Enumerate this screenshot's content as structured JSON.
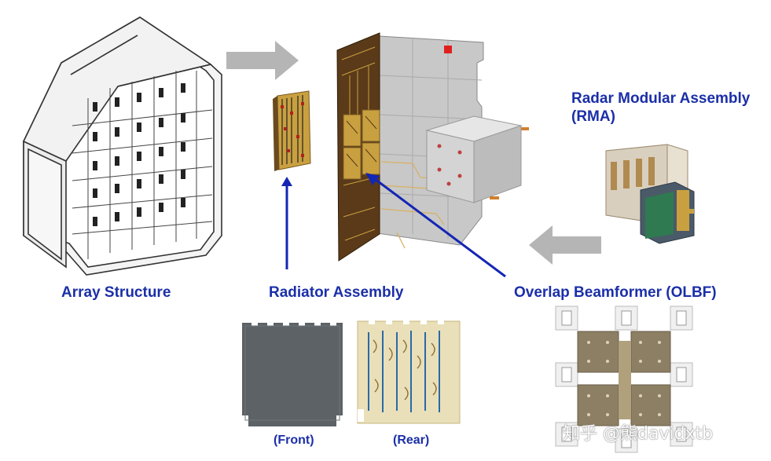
{
  "labels": {
    "array_structure": "Array Structure",
    "radiator_assembly": "Radiator Assembly",
    "rma_line1": "Radar Modular Assembly",
    "rma_line2": "(RMA)",
    "olbf": "Overlap Beamformer (OLBF)",
    "front": "(Front)",
    "rear": "(Rear)"
  },
  "watermark": "知乎 @熊davidxtb",
  "colors": {
    "label_blue": "#1b2fa8",
    "arrow_gray": "#b5b5b5",
    "pointer_blue": "#1426b4",
    "board_brown": "#5a3a18",
    "gold": "#c9a040"
  },
  "icons": [
    "gray-right-arrow",
    "gray-left-arrow",
    "blue-up-arrow",
    "blue-diagonal-arrow"
  ]
}
